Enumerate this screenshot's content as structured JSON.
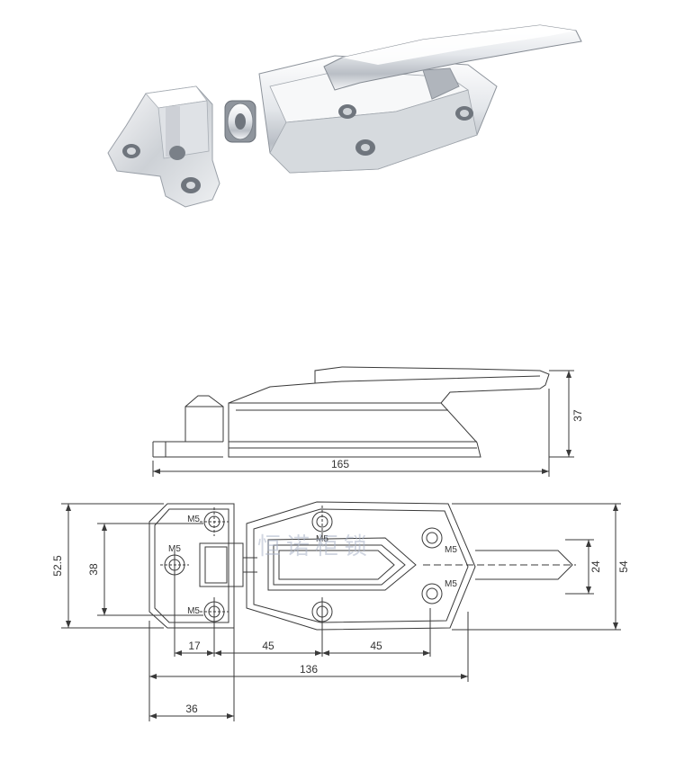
{
  "photo": {
    "description_icon": "latch-hinge-photo-icon"
  },
  "side_view": {
    "dim_length": "165",
    "dim_height": "37"
  },
  "top_view": {
    "dim_overall_height": "52.5",
    "dim_inner_height": "38",
    "dim_body_height": "54",
    "dim_tongue_width": "24",
    "dim_offset": "17",
    "dim_spacing_1": "45",
    "dim_spacing_2": "45",
    "dim_total_width": "136",
    "dim_keeper_width": "36",
    "hole_labels": [
      "M5",
      "M5",
      "M5",
      "M5",
      "M5",
      "M5"
    ]
  },
  "watermark": "恒诺柜锁",
  "colors": {
    "line": "#3a3a3a",
    "metal_light": "#f2f4f6",
    "metal_dark": "#8e949c"
  }
}
